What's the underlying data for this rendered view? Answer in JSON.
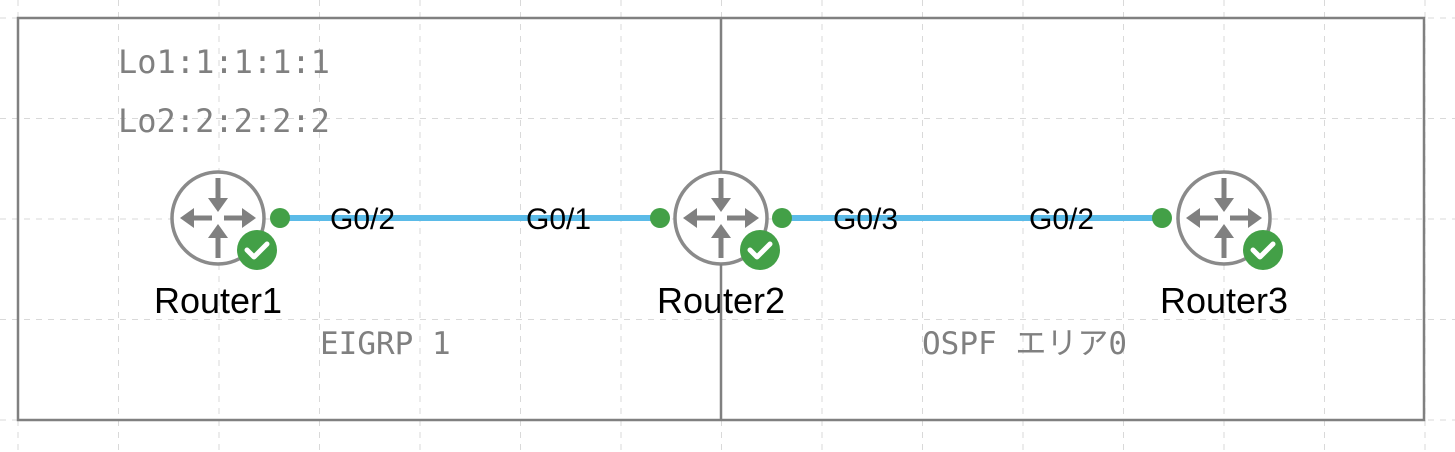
{
  "diagram": {
    "loopbacks": [
      "Lo1:1:1:1:1",
      "Lo2:2:2:2:2"
    ],
    "areas": [
      {
        "id": "eigrp",
        "label": "EIGRP 1"
      },
      {
        "id": "ospf",
        "label": "OSPF エリア0"
      }
    ],
    "routers": [
      {
        "id": "router1",
        "label": "Router1",
        "status": "ok",
        "icon": "router-icon",
        "status_icon": "check-circle-icon"
      },
      {
        "id": "router2",
        "label": "Router2",
        "status": "ok",
        "icon": "router-icon",
        "status_icon": "check-circle-icon"
      },
      {
        "id": "router3",
        "label": "Router3",
        "status": "ok",
        "icon": "router-icon",
        "status_icon": "check-circle-icon"
      }
    ],
    "links": [
      {
        "from": "router1",
        "from_port": "G0/2",
        "to": "router2",
        "to_port": "G0/1"
      },
      {
        "from": "router2",
        "from_port": "G0/3",
        "to": "router3",
        "to_port": "G0/2"
      }
    ],
    "colors": {
      "link": "#5bbbe8",
      "port_status": "#43a047",
      "badge": "#43a047",
      "frame": "#808080",
      "device": "#8a8a8a"
    }
  }
}
